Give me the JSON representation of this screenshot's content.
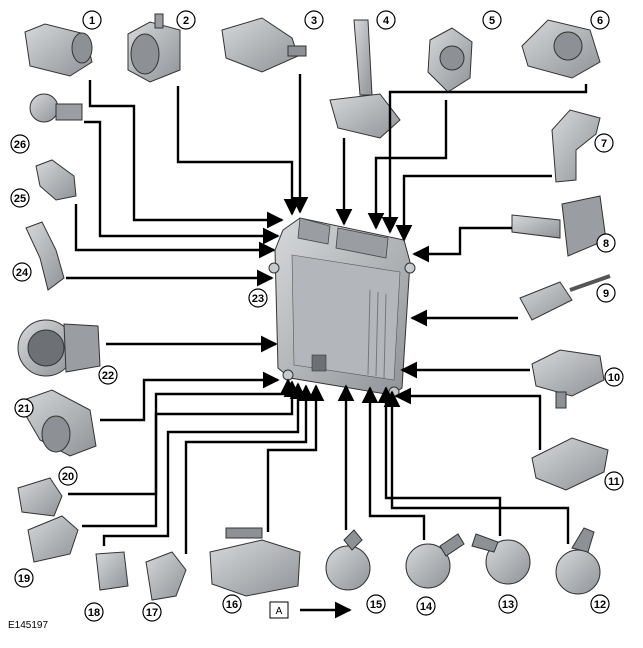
{
  "diagram": {
    "reference_code": "E145197",
    "legend_marker": "A",
    "component_labels": [
      "1",
      "2",
      "3",
      "4",
      "5",
      "6",
      "7",
      "8",
      "9",
      "10",
      "11",
      "12",
      "13",
      "14",
      "15",
      "16",
      "17",
      "18",
      "19",
      "20",
      "21",
      "22",
      "23",
      "24",
      "25",
      "26"
    ]
  },
  "colors": {
    "part_fill": "#b9bcbf",
    "part_shade": "#8d9094",
    "ecu_fill": "#a9adb1",
    "arrow": "#000000",
    "label_bg": "#ffffff"
  }
}
